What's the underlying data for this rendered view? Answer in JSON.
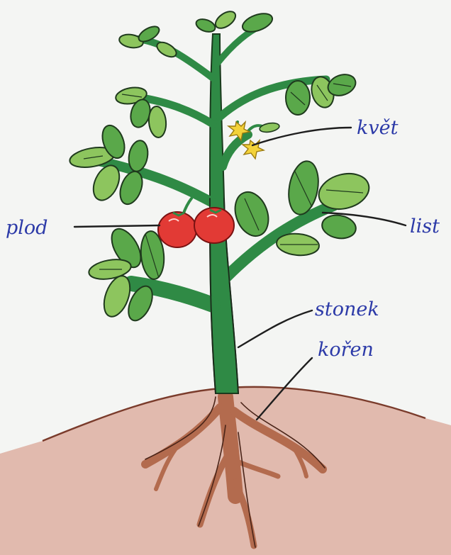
{
  "labels": {
    "flower": "květ",
    "fruit": "plod",
    "leaf": "list",
    "stem": "stonek",
    "root": "kořen"
  },
  "colors": {
    "label_ink": "#2c3aa8",
    "stem": "#2f8a45",
    "leaf": "#5aa84a",
    "fruit": "#e23a35",
    "flower": "#f3d23a",
    "soil": "#d9a89a",
    "root": "#b36b4e"
  }
}
